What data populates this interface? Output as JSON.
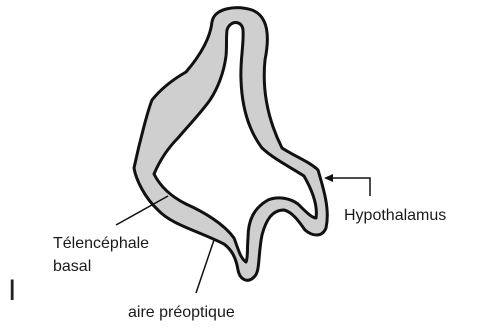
{
  "labels": {
    "hypothalamus": "Hypothalamus",
    "telencephale_line1": "Télencéphale",
    "telencephale_line2": "basal",
    "aire_preoptique": "aire préoptique",
    "corner_mark": "I"
  },
  "colors": {
    "wall_fill": "#cfcfcf",
    "outline": "#111111",
    "text": "#1a1a1a"
  }
}
